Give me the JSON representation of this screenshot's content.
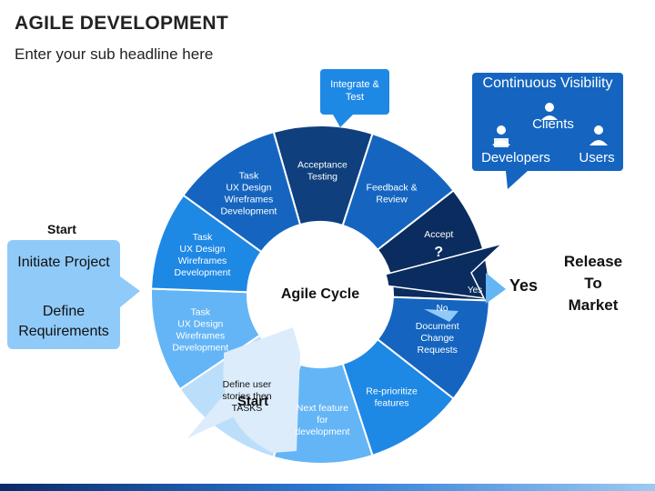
{
  "title": "AGILE DEVELOPMENT",
  "subtitle": "Enter your sub headline here",
  "center_label": "Agile Cycle",
  "segments": [
    {
      "id": "acceptance",
      "lines": [
        "Acceptance",
        "Testing"
      ]
    },
    {
      "id": "feedback",
      "lines": [
        "Feedback &",
        "Review"
      ]
    },
    {
      "id": "accept",
      "lines": [
        "Accept",
        "?"
      ]
    },
    {
      "id": "doc-change",
      "lines": [
        "Document",
        "Change",
        "Requests"
      ]
    },
    {
      "id": "reprioritize",
      "lines": [
        "Re-prioritize",
        "features"
      ]
    },
    {
      "id": "next-feature",
      "lines": [
        "Next feature",
        "for",
        "development"
      ]
    },
    {
      "id": "define-stories",
      "lines": [
        "Define user",
        "stories then",
        "TASKS"
      ]
    },
    {
      "id": "task-1",
      "lines": [
        "Task",
        "UX Design",
        "Wireframes",
        "Development"
      ]
    },
    {
      "id": "task-2",
      "lines": [
        "Task",
        "UX Design",
        "Wireframes",
        "Development"
      ]
    },
    {
      "id": "task-3",
      "lines": [
        "Task",
        "UX Design",
        "Wireframes",
        "Development"
      ]
    }
  ],
  "yes_small": "Yes",
  "no_small": "No",
  "yes_large": "Yes",
  "start_inner": "Start",
  "integrate_callout": [
    "Integrate &",
    "Test"
  ],
  "visibility": {
    "title": "Continuous Visibility",
    "clients": "Clients",
    "developers": "Developers",
    "users": "Users"
  },
  "left_panel": {
    "heading": "Start",
    "line1": "Initiate Project",
    "line2a": "Define",
    "line2b": "Requirements"
  },
  "release": [
    "Release",
    "To",
    "Market"
  ],
  "colors": {
    "dark_navy": "#0a2c5e",
    "navy": "#0f3f7c",
    "blue": "#1565c0",
    "mid_blue": "#1e88e5",
    "light_blue": "#64b5f6",
    "pale_blue": "#90caf9",
    "paler_blue": "#bbdefb"
  }
}
